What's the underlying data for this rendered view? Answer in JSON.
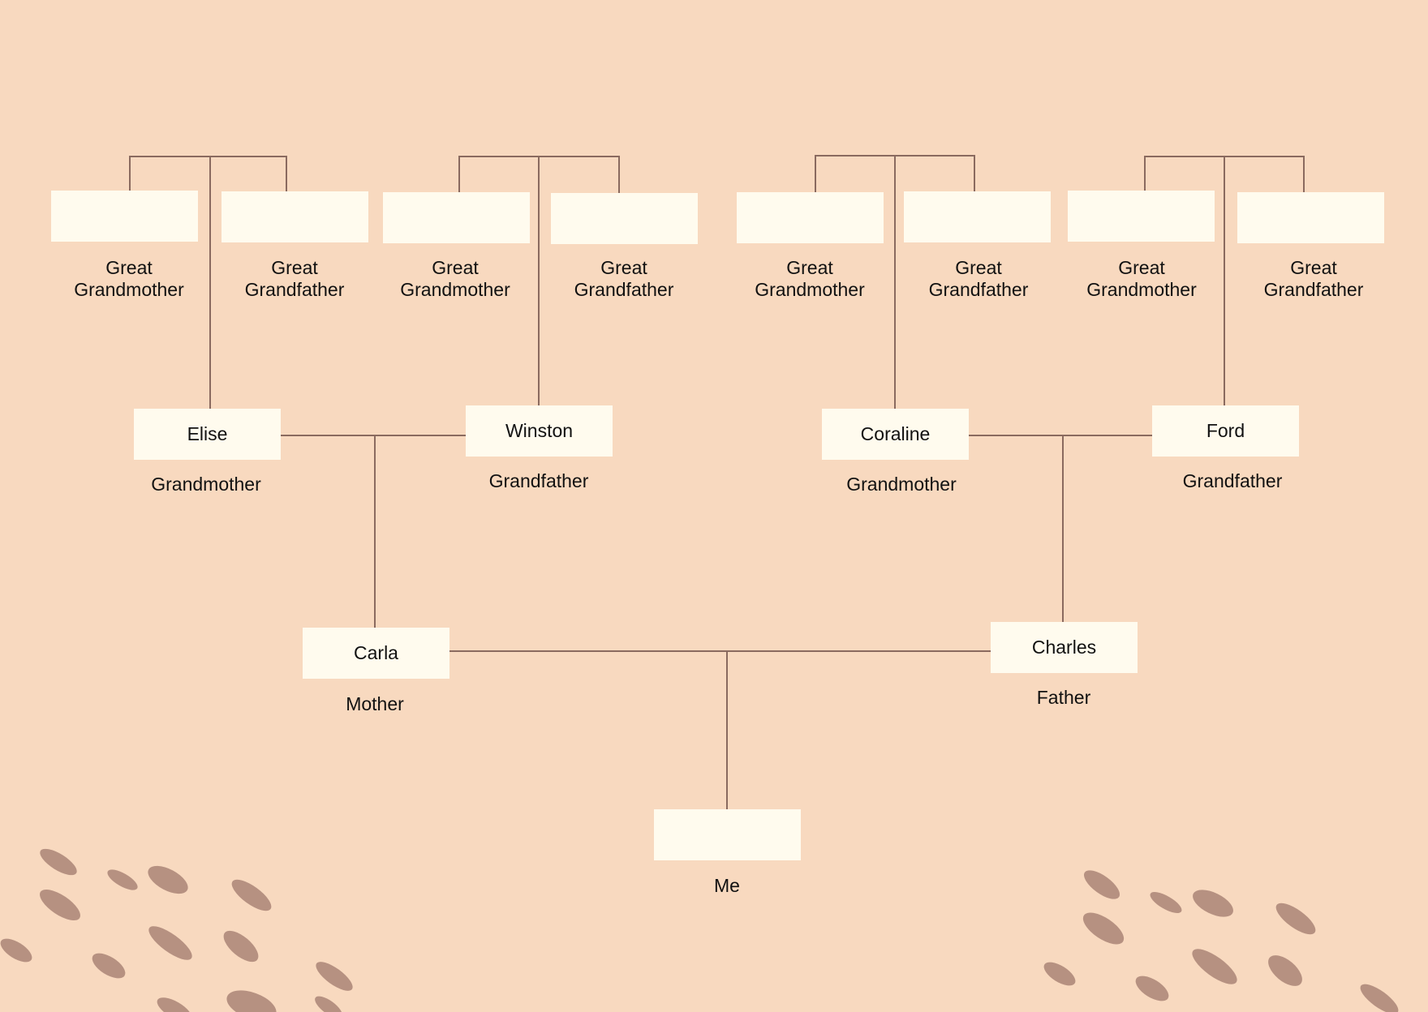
{
  "colors": {
    "background": "#f8d9bf",
    "box": "#fffbee",
    "line": "#8a6a5f",
    "deco": "#b69181"
  },
  "great_grandparents": [
    {
      "name": "",
      "line1": "Great",
      "line2": "Grandmother"
    },
    {
      "name": "",
      "line1": "Great",
      "line2": "Grandfather"
    },
    {
      "name": "",
      "line1": "Great",
      "line2": "Grandmother"
    },
    {
      "name": "",
      "line1": "Great",
      "line2": "Grandfather"
    },
    {
      "name": "",
      "line1": "Great",
      "line2": "Grandmother"
    },
    {
      "name": "",
      "line1": "Great",
      "line2": "Grandfather"
    },
    {
      "name": "",
      "line1": "Great",
      "line2": "Grandmother"
    },
    {
      "name": "",
      "line1": "Great",
      "line2": "Grandfather"
    }
  ],
  "grandparents": [
    {
      "name": "Elise",
      "role": "Grandmother"
    },
    {
      "name": "Winston",
      "role": "Grandfather"
    },
    {
      "name": "Coraline",
      "role": "Grandmother"
    },
    {
      "name": "Ford",
      "role": "Grandfather"
    }
  ],
  "parents": [
    {
      "name": "Carla",
      "role": "Mother"
    },
    {
      "name": "Charles",
      "role": "Father"
    }
  ],
  "self": {
    "name": "",
    "role": "Me"
  }
}
